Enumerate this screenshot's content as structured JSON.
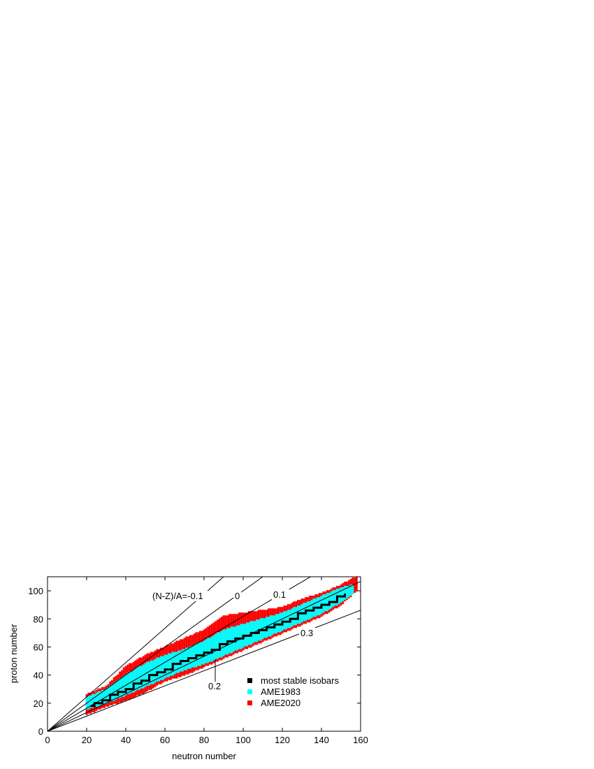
{
  "chart_data": {
    "type": "heatmap",
    "xlabel": "neutron number",
    "ylabel": "proton number",
    "xlim": [
      0,
      160
    ],
    "ylim": [
      0,
      110
    ],
    "xticks": [
      0,
      20,
      40,
      60,
      80,
      100,
      120,
      140,
      160
    ],
    "yticks": [
      0,
      20,
      40,
      60,
      80,
      100
    ],
    "grid": false,
    "legend_position": "bottom-right",
    "colors": {
      "stable": "#000000",
      "ame1983": "#00ffff",
      "ame2020": "#ff0000",
      "line": "#000000"
    },
    "asymmetry_lines": [
      {
        "label": "(N-Z)/A=-0.1",
        "value": -0.1
      },
      {
        "label": "0",
        "value": 0
      },
      {
        "label": "0.1",
        "value": 0.1
      },
      {
        "label": "0.2",
        "value": 0.2
      },
      {
        "label": "0.3",
        "value": 0.3
      }
    ],
    "series": [
      {
        "name": "AME2020",
        "values": [
          {
            "x": 20,
            "z_min": 12,
            "z_max": 26
          },
          {
            "x": 30,
            "z_min": 18,
            "z_max": 32
          },
          {
            "x": 40,
            "z_min": 22,
            "z_max": 46
          },
          {
            "x": 50,
            "z_min": 28,
            "z_max": 54
          },
          {
            "x": 60,
            "z_min": 36,
            "z_max": 60
          },
          {
            "x": 70,
            "z_min": 40,
            "z_max": 66
          },
          {
            "x": 80,
            "z_min": 46,
            "z_max": 72
          },
          {
            "x": 90,
            "z_min": 52,
            "z_max": 82
          },
          {
            "x": 100,
            "z_min": 58,
            "z_max": 84
          },
          {
            "x": 110,
            "z_min": 64,
            "z_max": 86
          },
          {
            "x": 120,
            "z_min": 70,
            "z_max": 88
          },
          {
            "x": 130,
            "z_min": 76,
            "z_max": 94
          },
          {
            "x": 140,
            "z_min": 82,
            "z_max": 98
          },
          {
            "x": 150,
            "z_min": 90,
            "z_max": 104
          },
          {
            "x": 158,
            "z_min": 100,
            "z_max": 110
          }
        ]
      },
      {
        "name": "AME1983",
        "values": [
          {
            "x": 20,
            "z_min": 16,
            "z_max": 24
          },
          {
            "x": 30,
            "z_min": 20,
            "z_max": 30
          },
          {
            "x": 40,
            "z_min": 26,
            "z_max": 40
          },
          {
            "x": 50,
            "z_min": 32,
            "z_max": 48
          },
          {
            "x": 60,
            "z_min": 38,
            "z_max": 54
          },
          {
            "x": 70,
            "z_min": 44,
            "z_max": 58
          },
          {
            "x": 80,
            "z_min": 48,
            "z_max": 64
          },
          {
            "x": 90,
            "z_min": 54,
            "z_max": 72
          },
          {
            "x": 100,
            "z_min": 60,
            "z_max": 76
          },
          {
            "x": 110,
            "z_min": 66,
            "z_max": 80
          },
          {
            "x": 120,
            "z_min": 72,
            "z_max": 84
          },
          {
            "x": 130,
            "z_min": 78,
            "z_max": 90
          },
          {
            "x": 140,
            "z_min": 84,
            "z_max": 96
          },
          {
            "x": 150,
            "z_min": 92,
            "z_max": 102
          },
          {
            "x": 156,
            "z_min": 98,
            "z_max": 104
          }
        ]
      },
      {
        "name": "most stable isobars",
        "values": [
          {
            "x": 22,
            "y": 18
          },
          {
            "x": 24,
            "y": 20
          },
          {
            "x": 28,
            "y": 22
          },
          {
            "x": 32,
            "y": 26
          },
          {
            "x": 36,
            "y": 28
          },
          {
            "x": 40,
            "y": 30
          },
          {
            "x": 44,
            "y": 34
          },
          {
            "x": 48,
            "y": 36
          },
          {
            "x": 52,
            "y": 40
          },
          {
            "x": 56,
            "y": 42
          },
          {
            "x": 60,
            "y": 44
          },
          {
            "x": 64,
            "y": 48
          },
          {
            "x": 68,
            "y": 50
          },
          {
            "x": 72,
            "y": 52
          },
          {
            "x": 76,
            "y": 54
          },
          {
            "x": 80,
            "y": 56
          },
          {
            "x": 84,
            "y": 58
          },
          {
            "x": 88,
            "y": 62
          },
          {
            "x": 92,
            "y": 64
          },
          {
            "x": 96,
            "y": 66
          },
          {
            "x": 100,
            "y": 68
          },
          {
            "x": 104,
            "y": 70
          },
          {
            "x": 108,
            "y": 72
          },
          {
            "x": 112,
            "y": 74
          },
          {
            "x": 116,
            "y": 76
          },
          {
            "x": 120,
            "y": 78
          },
          {
            "x": 124,
            "y": 80
          },
          {
            "x": 128,
            "y": 84
          },
          {
            "x": 132,
            "y": 86
          },
          {
            "x": 136,
            "y": 88
          },
          {
            "x": 140,
            "y": 90
          },
          {
            "x": 144,
            "y": 92
          },
          {
            "x": 148,
            "y": 96
          },
          {
            "x": 152,
            "y": 98
          }
        ]
      }
    ],
    "legend": [
      {
        "label": "most stable isobars",
        "color": "#000000"
      },
      {
        "label": "AME1983",
        "color": "#00ffff"
      },
      {
        "label": "AME2020",
        "color": "#ff0000"
      }
    ]
  }
}
